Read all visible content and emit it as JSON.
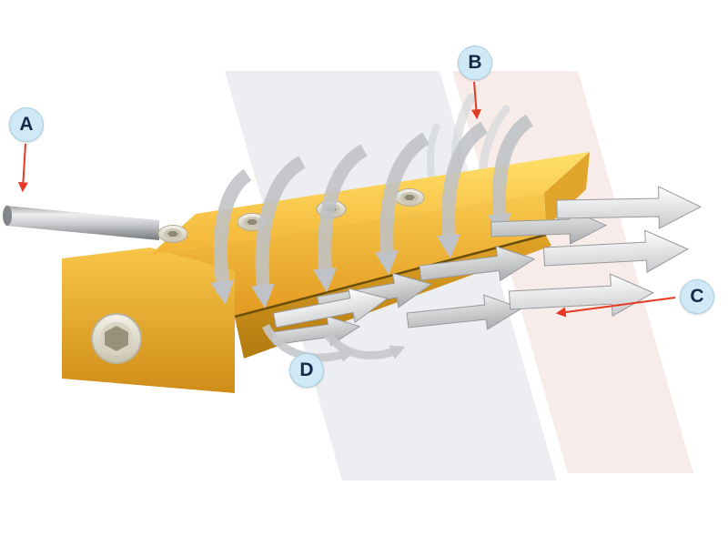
{
  "diagram": {
    "type": "technical-illustration",
    "subject": "air-knife airflow diagram",
    "labels": [
      {
        "letter": "A"
      },
      {
        "letter": "B"
      },
      {
        "letter": "C"
      },
      {
        "letter": "D"
      }
    ]
  },
  "colors": {
    "label_bg": "#cfe9f7",
    "label_text": "#142a47",
    "pointer_red": "#e43922",
    "body_yellow": "#f6bf3e",
    "body_yellow_dark": "#d8961f",
    "airflow_gray": "#c3c5c9",
    "band_gray": "#e9ebee",
    "band_pink": "#f6e9e6",
    "metal_gray": "#a8abae"
  }
}
